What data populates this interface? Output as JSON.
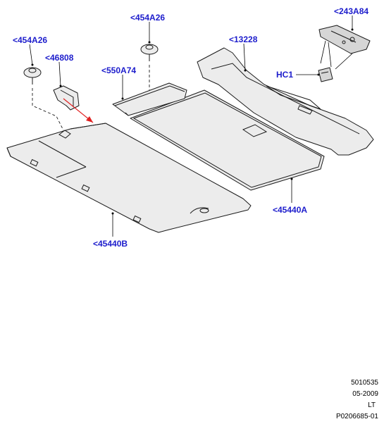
{
  "callouts": {
    "c_454a26_left": "<454A26",
    "c_46808": "<46808",
    "c_454a26_top": "<454A26",
    "c_550a74": "<550A74",
    "c_13228": "<13228",
    "c_243a84": "<243A84",
    "c_hc1": "HC1",
    "c_45440a": "<45440A",
    "c_45440b": "<45440B"
  },
  "footer": {
    "code": "5010535",
    "date": "05-2009",
    "region": "LT",
    "ref": "P0206685-01"
  },
  "colors": {
    "callout_text": "#1c1ccc",
    "indicator_arrow": "#e02020",
    "line": "#1a1a1a"
  }
}
